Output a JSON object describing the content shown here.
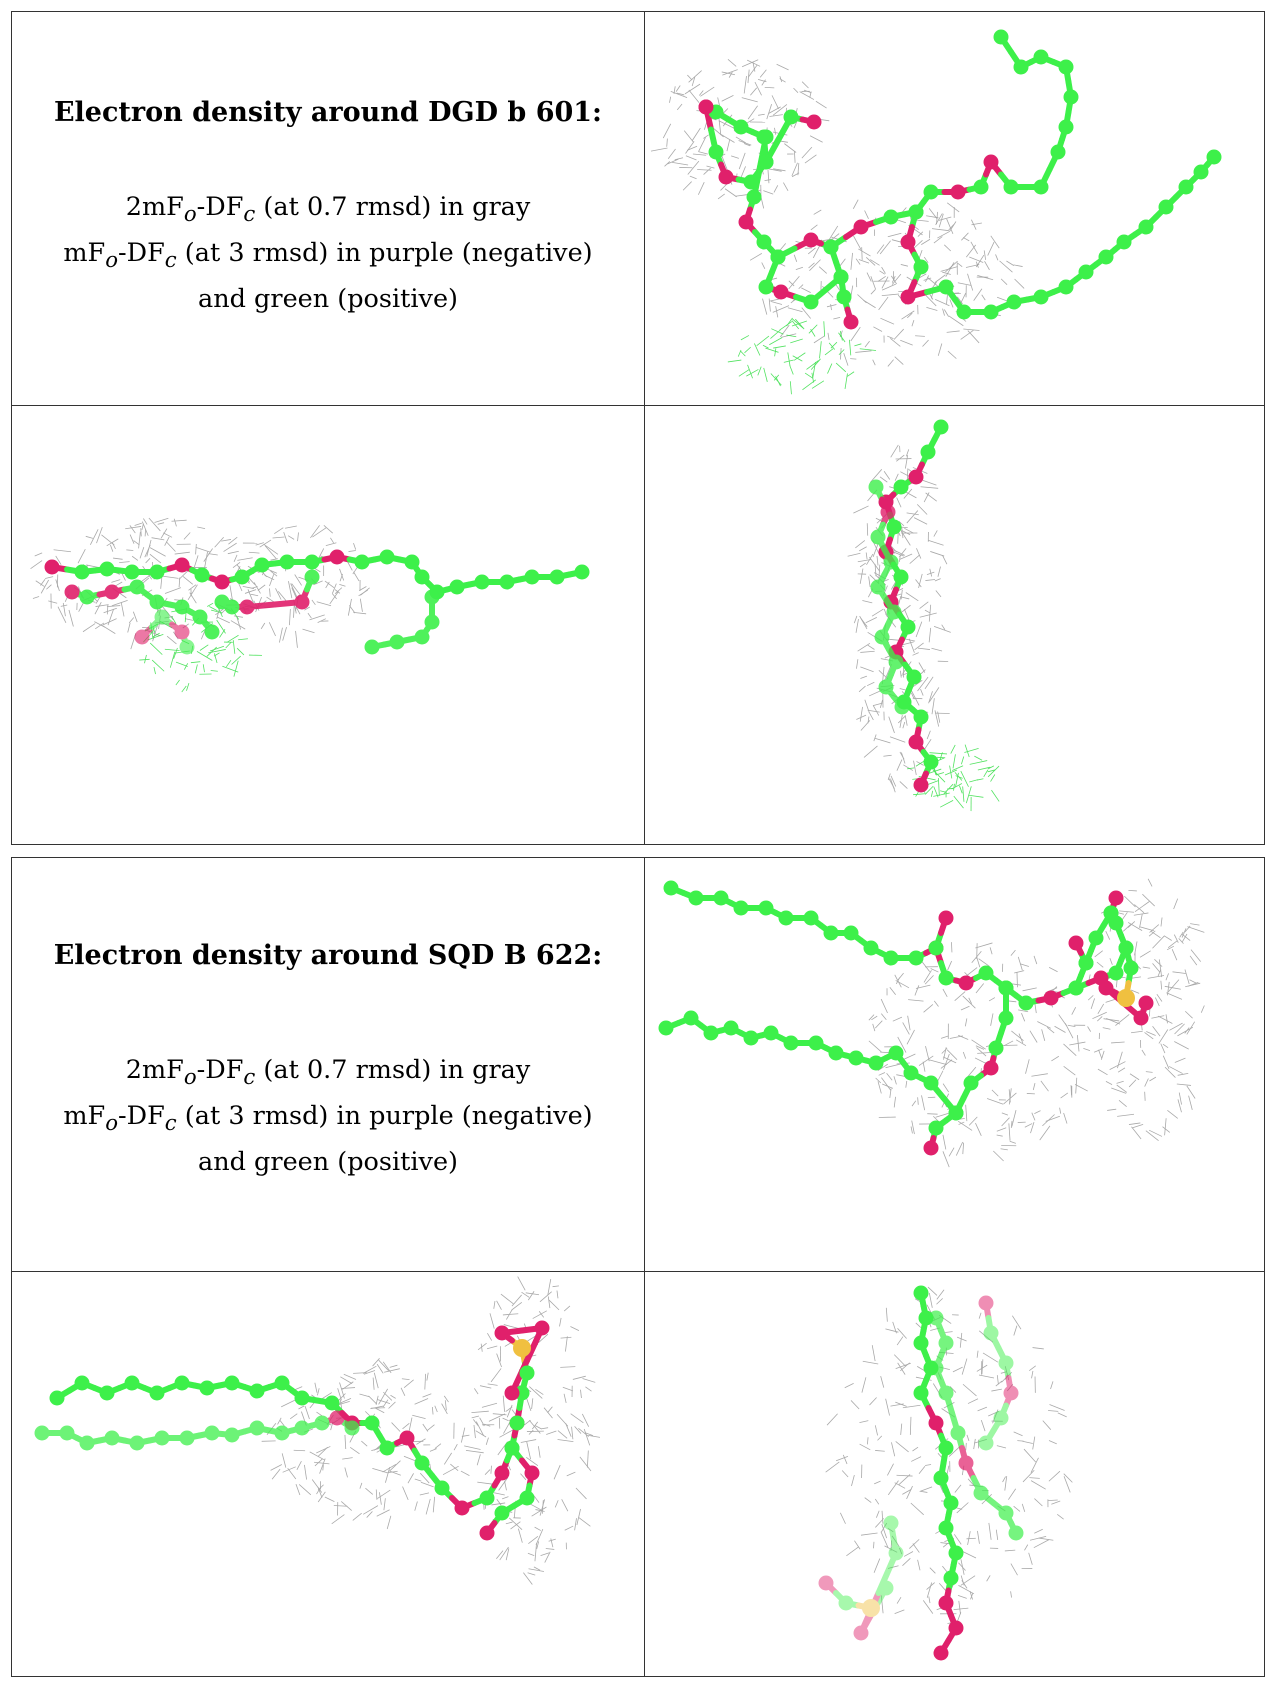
{
  "panels": [
    {
      "title": "Electron density around DGD b 601:",
      "map1": {
        "prefix": "2mF",
        "sub1": "o",
        "mid": "-DF",
        "sub2": "c",
        "suffix": " (at 0.7 rmsd) in gray"
      },
      "map2": {
        "prefix": "mF",
        "sub1": "o",
        "mid": "-DF",
        "sub2": "c",
        "suffix": " (at 3 rmsd) in purple (negative)"
      },
      "map3": "and green (positive)"
    },
    {
      "title": "Electron density around SQD B 622:",
      "map1": {
        "prefix": "2mF",
        "sub1": "o",
        "mid": "-DF",
        "sub2": "c",
        "suffix": " (at 0.7 rmsd) in gray"
      },
      "map2": {
        "prefix": "mF",
        "sub1": "o",
        "mid": "-DF",
        "sub2": "c",
        "suffix": " (at 3 rmsd) in purple (negative)"
      },
      "map3": "and green (positive)"
    }
  ],
  "colors": {
    "carbon": "#3df04a",
    "oxygen": "#e0206b",
    "sulfur": "#f0c040",
    "mesh_gray": "#9a9a9a",
    "mesh_green": "#33dd44"
  }
}
